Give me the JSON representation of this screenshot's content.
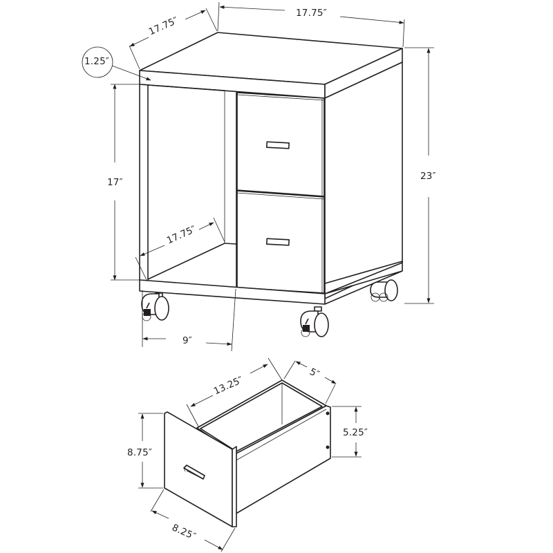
{
  "diagram": {
    "title": "Mobile file cabinet with two drawers and open shelf - dimensions",
    "colors": {
      "line": "#231f20",
      "background": "#ffffff"
    },
    "cabinet": {
      "labels": {
        "depth_top": "17.75″",
        "width_top": "17.75″",
        "top_thickness": "1.25″",
        "shelf_height": "17″",
        "overall_height": "23″",
        "shelf_depth": "17.75″",
        "shelf_width": "9″"
      },
      "drawers": 2,
      "casters": 4
    },
    "drawer": {
      "labels": {
        "length": "13.25″",
        "inner_width": "5″",
        "side_height": "5.25″",
        "front_height": "8.75″",
        "front_width": "8.25″"
      }
    }
  }
}
